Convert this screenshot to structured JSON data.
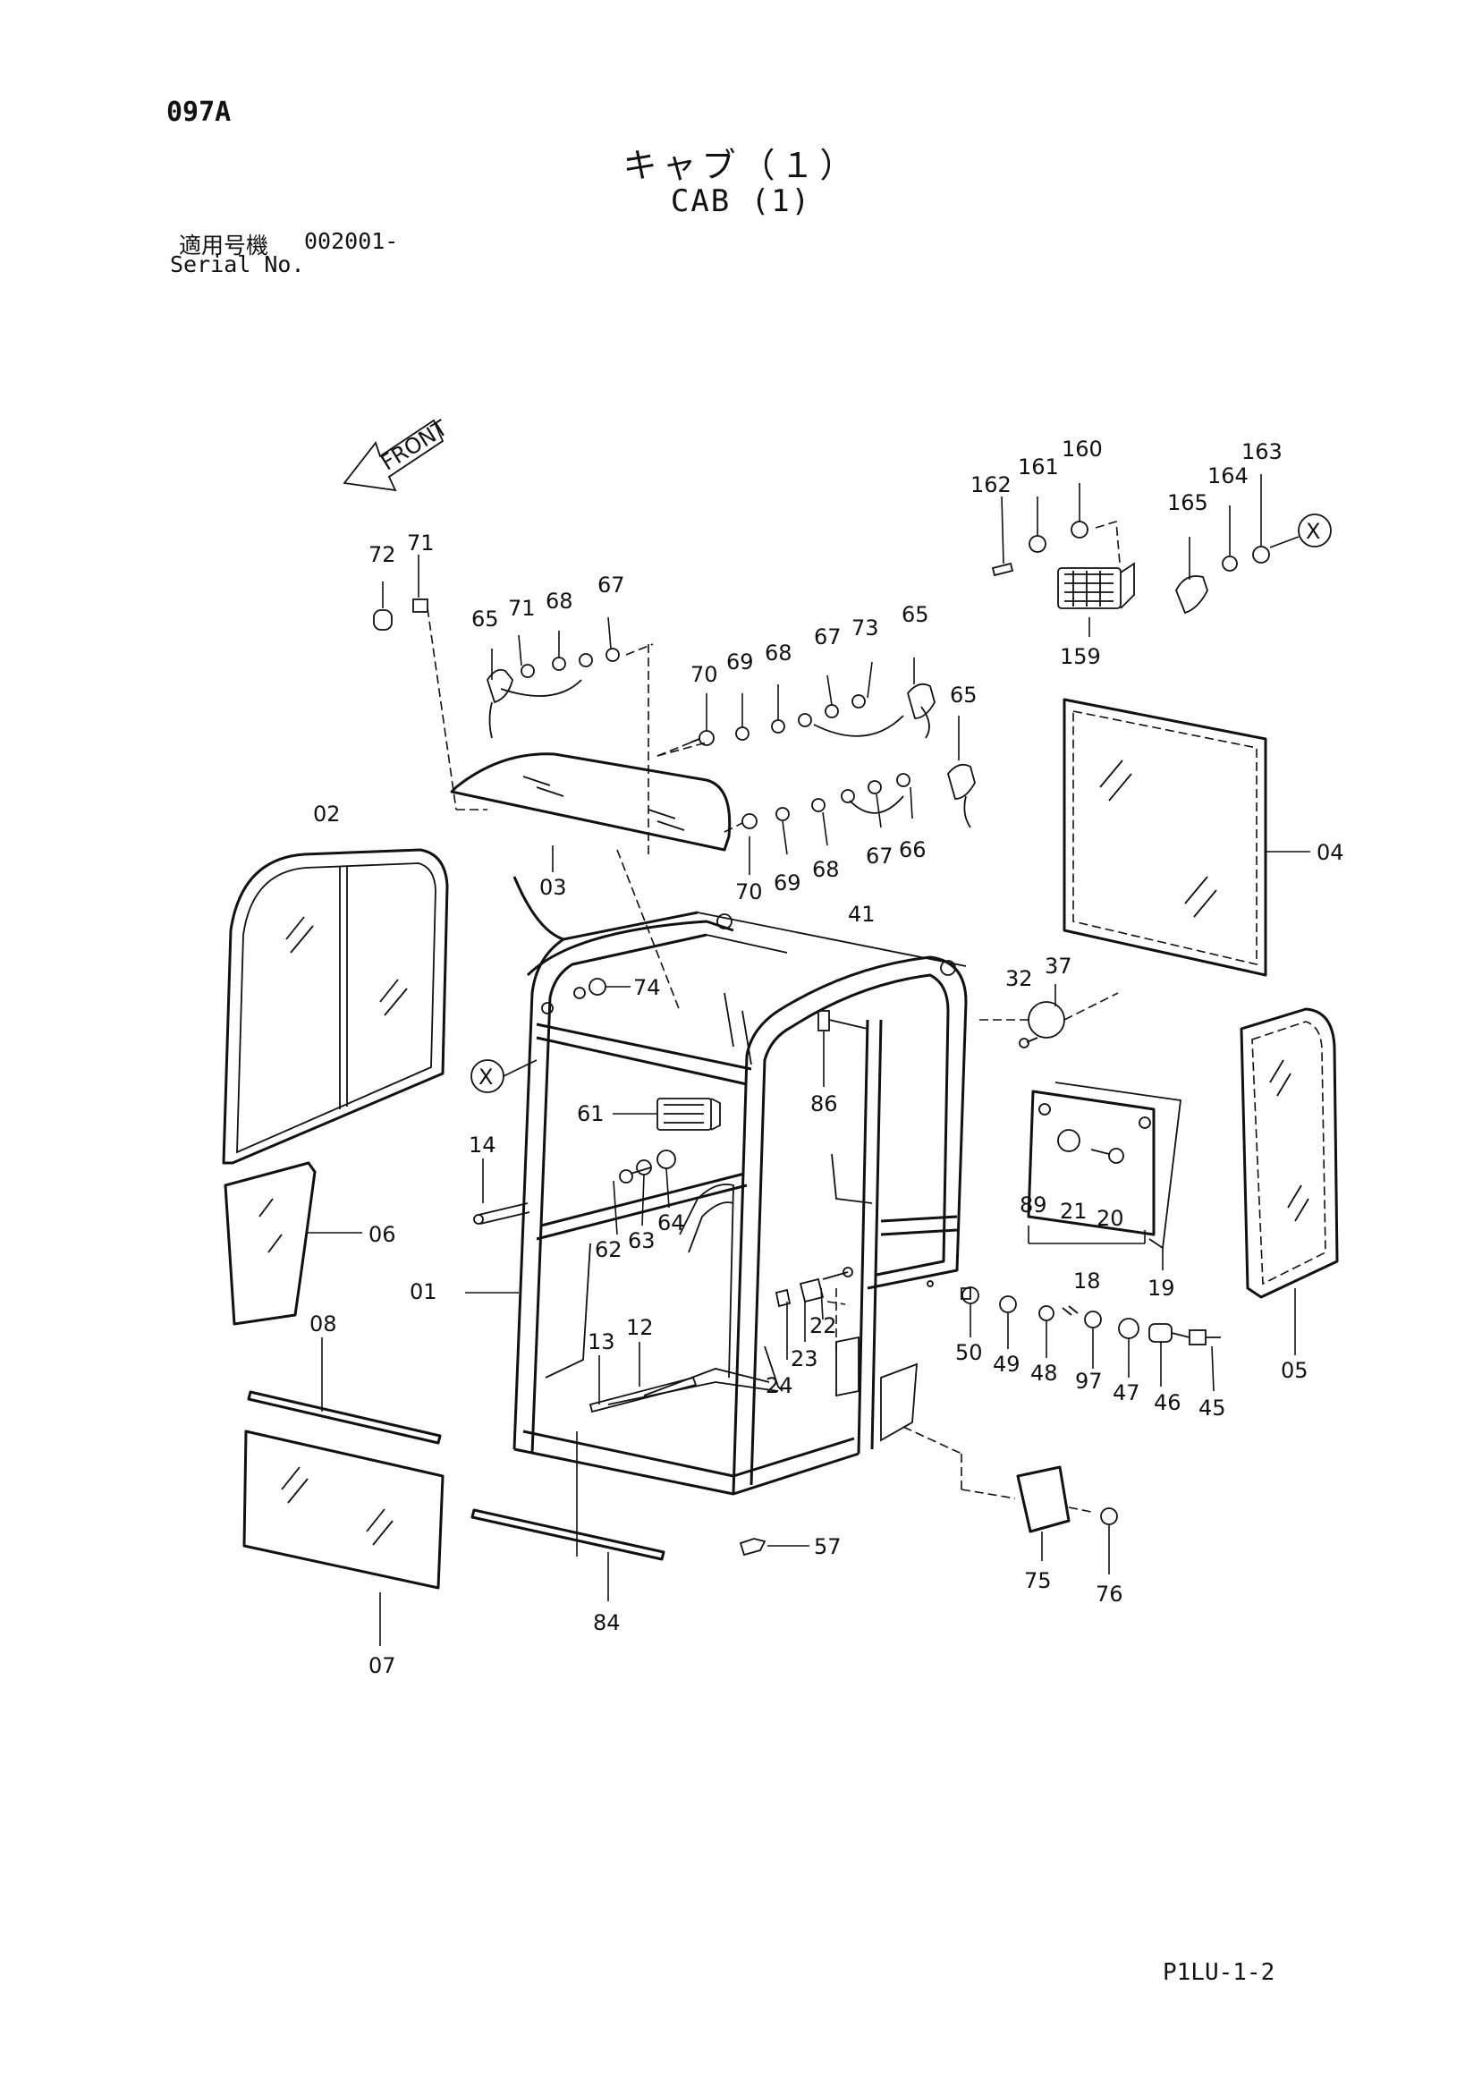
{
  "header": {
    "page_code": "097A",
    "title_ja": "キャブ（１）",
    "title_en": "CAB (1)",
    "serial_label_ja": "適用号機",
    "serial_value": "002001-",
    "serial_label_en": "Serial No."
  },
  "front_arrow_label": "FRONT",
  "callout_x": "X",
  "labels": [
    {
      "id": "p01",
      "text": "01"
    },
    {
      "id": "p02",
      "text": "02"
    },
    {
      "id": "p03",
      "text": "03"
    },
    {
      "id": "p04",
      "text": "04"
    },
    {
      "id": "p05",
      "text": "05"
    },
    {
      "id": "p06",
      "text": "06"
    },
    {
      "id": "p07",
      "text": "07"
    },
    {
      "id": "p08",
      "text": "08"
    },
    {
      "id": "p12",
      "text": "12"
    },
    {
      "id": "p13",
      "text": "13"
    },
    {
      "id": "p14",
      "text": "14"
    },
    {
      "id": "p18",
      "text": "18"
    },
    {
      "id": "p19",
      "text": "19"
    },
    {
      "id": "p20",
      "text": "20"
    },
    {
      "id": "p21",
      "text": "21"
    },
    {
      "id": "p22",
      "text": "22"
    },
    {
      "id": "p23",
      "text": "23"
    },
    {
      "id": "p24",
      "text": "24"
    },
    {
      "id": "p32",
      "text": "32"
    },
    {
      "id": "p37",
      "text": "37"
    },
    {
      "id": "p41",
      "text": "41"
    },
    {
      "id": "p45",
      "text": "45"
    },
    {
      "id": "p46",
      "text": "46"
    },
    {
      "id": "p47",
      "text": "47"
    },
    {
      "id": "p48",
      "text": "48"
    },
    {
      "id": "p49",
      "text": "49"
    },
    {
      "id": "p50",
      "text": "50"
    },
    {
      "id": "p57",
      "text": "57"
    },
    {
      "id": "p61",
      "text": "61"
    },
    {
      "id": "p62",
      "text": "62"
    },
    {
      "id": "p63",
      "text": "63"
    },
    {
      "id": "p64",
      "text": "64"
    },
    {
      "id": "p65a",
      "text": "65"
    },
    {
      "id": "p65b",
      "text": "65"
    },
    {
      "id": "p65c",
      "text": "65"
    },
    {
      "id": "p66",
      "text": "66"
    },
    {
      "id": "p67a",
      "text": "67"
    },
    {
      "id": "p67b",
      "text": "67"
    },
    {
      "id": "p67c",
      "text": "67"
    },
    {
      "id": "p68a",
      "text": "68"
    },
    {
      "id": "p68b",
      "text": "68"
    },
    {
      "id": "p68c",
      "text": "68"
    },
    {
      "id": "p69a",
      "text": "69"
    },
    {
      "id": "p69b",
      "text": "69"
    },
    {
      "id": "p70a",
      "text": "70"
    },
    {
      "id": "p70b",
      "text": "70"
    },
    {
      "id": "p71a",
      "text": "71"
    },
    {
      "id": "p71b",
      "text": "71"
    },
    {
      "id": "p72",
      "text": "72"
    },
    {
      "id": "p73",
      "text": "73"
    },
    {
      "id": "p74",
      "text": "74"
    },
    {
      "id": "p75",
      "text": "75"
    },
    {
      "id": "p76",
      "text": "76"
    },
    {
      "id": "p84",
      "text": "84"
    },
    {
      "id": "p86",
      "text": "86"
    },
    {
      "id": "p89",
      "text": "89"
    },
    {
      "id": "p97",
      "text": "97"
    },
    {
      "id": "p159",
      "text": "159"
    },
    {
      "id": "p160",
      "text": "160"
    },
    {
      "id": "p161",
      "text": "161"
    },
    {
      "id": "p162",
      "text": "162"
    },
    {
      "id": "p163",
      "text": "163"
    },
    {
      "id": "p164",
      "text": "164"
    },
    {
      "id": "p165",
      "text": "165"
    }
  ],
  "footer": {
    "page_ref": "P1LU-1-2"
  }
}
